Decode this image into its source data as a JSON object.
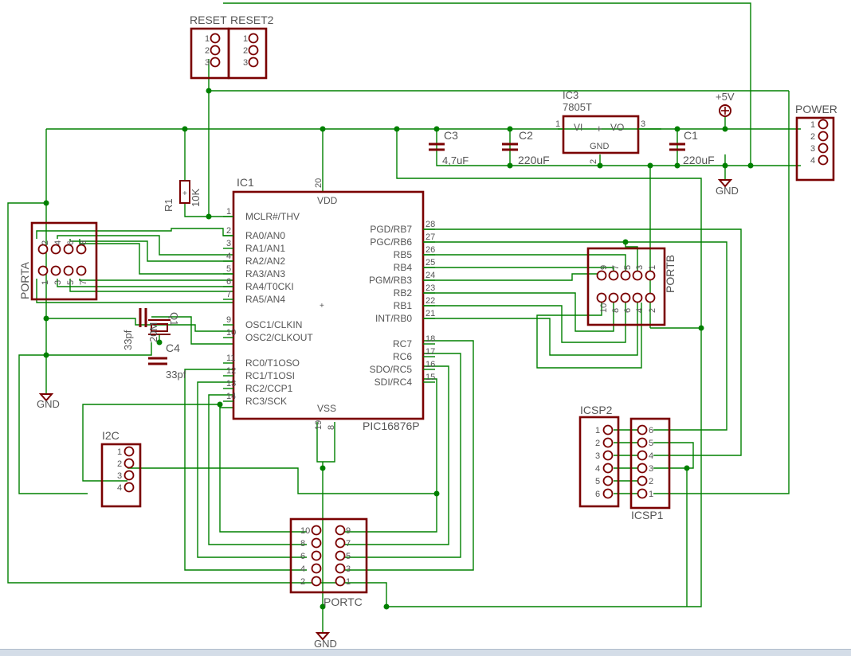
{
  "colors": {
    "wire": "#008000",
    "part": "#7a0000",
    "text": "#555555",
    "junction": "#008000"
  },
  "ic1": {
    "name": "IC1",
    "value": "PIC16876P",
    "vdd_label": "VDD",
    "vss_label": "VSS",
    "vdd_pin": "20",
    "vss_pin1": "19",
    "vss_pin2": "8",
    "left_pins": [
      {
        "n": "1",
        "label": "MCLR#/THV"
      },
      {
        "n": "2",
        "label": "RA0/AN0"
      },
      {
        "n": "3",
        "label": "RA1/AN1"
      },
      {
        "n": "4",
        "label": "RA2/AN2"
      },
      {
        "n": "5",
        "label": "RA3/AN3"
      },
      {
        "n": "6",
        "label": "RA4/T0CKI"
      },
      {
        "n": "7",
        "label": "RA5/AN4"
      },
      {
        "n": "9",
        "label": "OSC1/CLKIN"
      },
      {
        "n": "10",
        "label": "OSC2/CLKOUT"
      },
      {
        "n": "11",
        "label": "RC0/T1OSO"
      },
      {
        "n": "12",
        "label": "RC1/T1OSI"
      },
      {
        "n": "13",
        "label": "RC2/CCP1"
      },
      {
        "n": "14",
        "label": "RC3/SCK"
      }
    ],
    "right_pins": [
      {
        "n": "28",
        "label": "PGD/RB7"
      },
      {
        "n": "27",
        "label": "PGC/RB6"
      },
      {
        "n": "26",
        "label": "RB5"
      },
      {
        "n": "25",
        "label": "RB4"
      },
      {
        "n": "24",
        "label": "PGM/RB3"
      },
      {
        "n": "23",
        "label": "RB2"
      },
      {
        "n": "22",
        "label": "RB1"
      },
      {
        "n": "21",
        "label": "INT/RB0"
      },
      {
        "n": "18",
        "label": "RC7"
      },
      {
        "n": "17",
        "label": "RC6"
      },
      {
        "n": "16",
        "label": "SDO/RC5"
      },
      {
        "n": "15",
        "label": "SDI/RC4"
      }
    ]
  },
  "ic3": {
    "name": "IC3",
    "value": "7805T",
    "vi": "VI",
    "vo": "VO",
    "gnd": "GND",
    "plus": "+",
    "pin_in": "1",
    "pin_gnd": "2",
    "pin_out": "3"
  },
  "reset1": {
    "name": "RESET",
    "pins": [
      "1",
      "2",
      "3"
    ]
  },
  "reset2": {
    "name": "RESET2",
    "pins": [
      "1",
      "2",
      "3"
    ]
  },
  "power": {
    "name": "POWER",
    "pins": [
      "1",
      "2",
      "3",
      "4"
    ]
  },
  "porta": {
    "name": "PORTA",
    "top": [
      "2",
      "4",
      "6",
      "8"
    ],
    "bottom": [
      "1",
      "3",
      "5",
      "7"
    ]
  },
  "portb": {
    "name": "PORTB",
    "top": [
      "9",
      "7",
      "5",
      "3",
      "1"
    ],
    "bottom": [
      "10",
      "8",
      "6",
      "4",
      "2"
    ]
  },
  "portc": {
    "name": "PORTC",
    "left": [
      "10",
      "8",
      "6",
      "4",
      "2"
    ],
    "right": [
      "9",
      "7",
      "5",
      "3",
      "1"
    ]
  },
  "i2c": {
    "name": "I2C",
    "pins": [
      "1",
      "2",
      "3",
      "4"
    ]
  },
  "icsp1": {
    "name": "ICSP1",
    "pins": [
      "6",
      "5",
      "4",
      "3",
      "2",
      "1"
    ]
  },
  "icsp2": {
    "name": "ICSP2",
    "pins": [
      "1",
      "2",
      "3",
      "4",
      "5",
      "6"
    ]
  },
  "r1": {
    "name": "R1",
    "value": "10K"
  },
  "c1": {
    "name": "C1",
    "value": "220uF"
  },
  "c2": {
    "name": "C2",
    "value": "220uF"
  },
  "c3": {
    "name": "C3",
    "value": "4,7uF"
  },
  "c4": {
    "name": "C4",
    "value": "33pf"
  },
  "c5": {
    "value": "33pf"
  },
  "q1": {
    "name": "Q1",
    "value": "20M"
  },
  "supply": {
    "vcc": "+5V",
    "gnd": "GND"
  }
}
